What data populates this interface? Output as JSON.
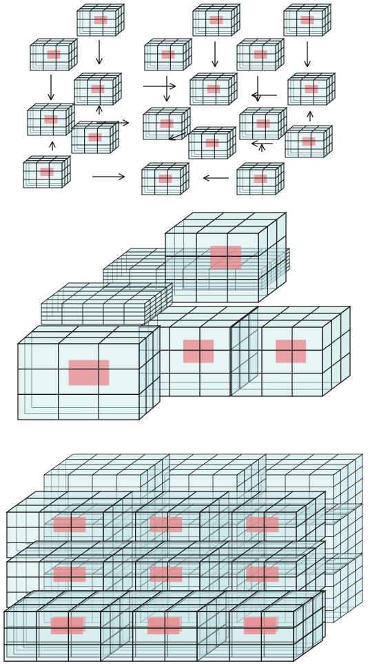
{
  "colors": {
    "face": "#c7e6e8",
    "face_alpha": 0.55,
    "edge": "#1a1a1a",
    "grid": "#2b4a4c",
    "core": "#e8868a",
    "arrow": "#111111",
    "background": "#ffffff"
  },
  "panels": [
    {
      "id": "assembly-sequence",
      "kind": "unit-cells-with-arrows"
    },
    {
      "id": "partial-structure",
      "kind": "stacked-supercells"
    },
    {
      "id": "full-lattice",
      "kind": "3x3x3-supercell-block"
    }
  ],
  "unit_cell": {
    "divisions": 3,
    "core_marked": true
  }
}
